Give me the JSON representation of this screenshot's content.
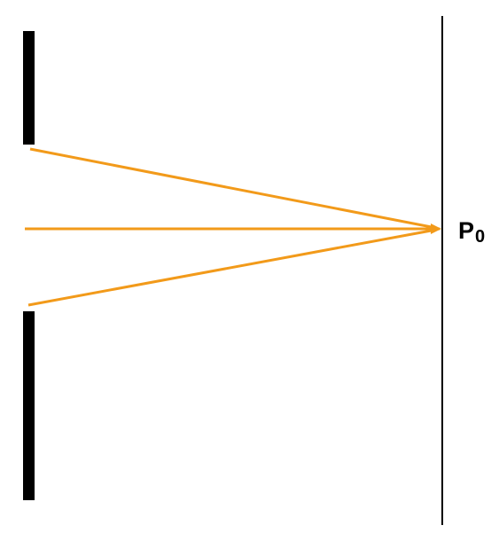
{
  "diagram": {
    "point_label": {
      "main": "P",
      "subscript": "0"
    },
    "colors": {
      "slit_barrier": "#000000",
      "screen": "#000000",
      "rays": "#f29a1a",
      "label": "#000000"
    },
    "elements": {
      "barrier": "slit-barrier-with-opening",
      "screen": "vertical-screen-line",
      "rays": [
        "ray-from-top-edge",
        "central-ray",
        "ray-from-bottom-edge"
      ],
      "converging_point": "P0"
    }
  }
}
